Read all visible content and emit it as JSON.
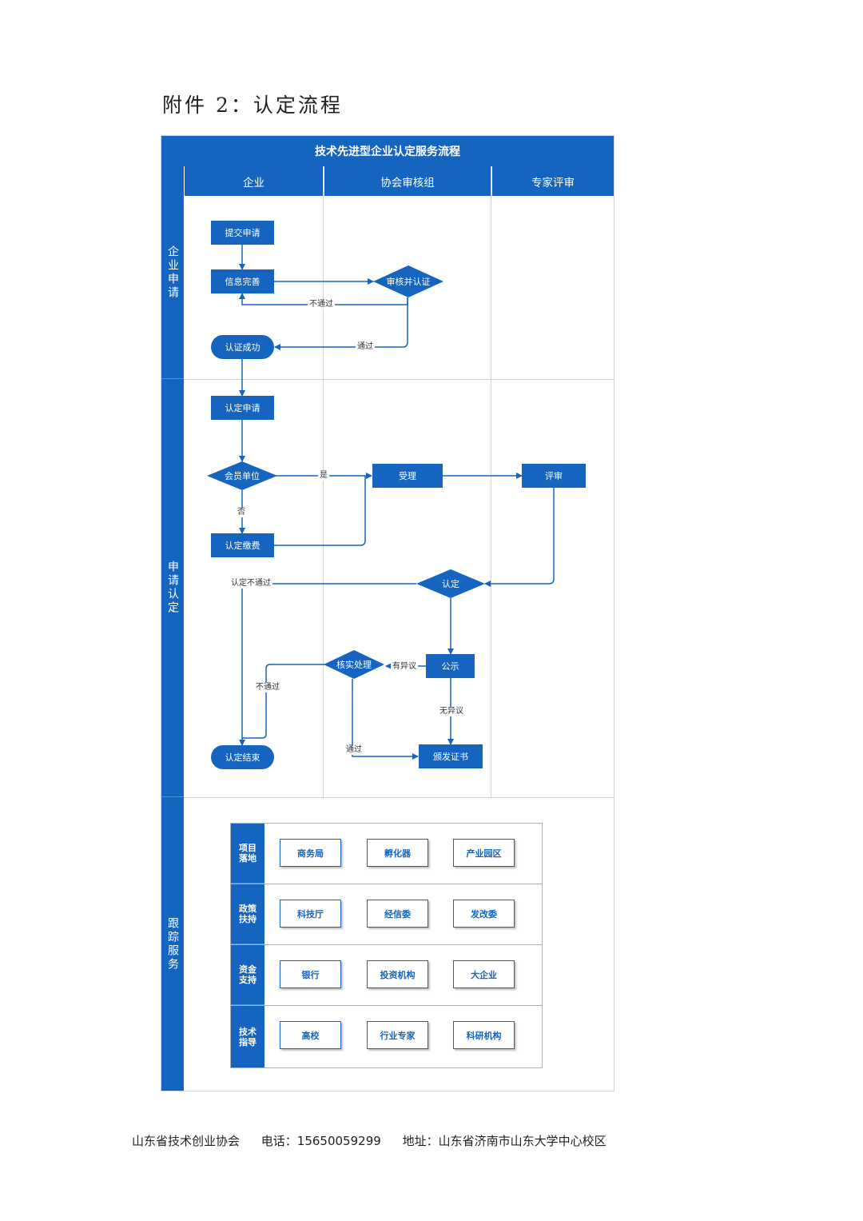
{
  "heading": "附件 2：认定流程",
  "chart": {
    "title": "技术先进型企业认定服务流程",
    "columns": [
      "企业",
      "协会审核组",
      "专家评审"
    ],
    "lanes": [
      "企业申请",
      "申请认定",
      "跟踪服务"
    ]
  },
  "nodes": {
    "submit": "提交申请",
    "info": "信息完善",
    "review": "审核并认证",
    "success": "认证成功",
    "apply": "认定申请",
    "member": "会员单位",
    "accept": "受理",
    "expert": "评审",
    "fee": "认定缴费",
    "decide": "认定",
    "verify": "核实处理",
    "publicity": "公示",
    "end": "认定结束",
    "certificate": "颁发证书"
  },
  "edge_labels": {
    "fail1": "不通过",
    "pass1": "通过",
    "yes": "是",
    "no": "否",
    "decide_fail": "认定不通过",
    "objection": "有异议",
    "verify_fail": "不通过",
    "no_objection": "无异议",
    "verify_pass": "通过"
  },
  "services": [
    {
      "category": "项目落地",
      "items": [
        "商务局",
        "孵化器",
        "产业园区"
      ]
    },
    {
      "category": "政策扶持",
      "items": [
        "科技厅",
        "经信委",
        "发改委"
      ]
    },
    {
      "category": "资金支持",
      "items": [
        "银行",
        "投资机构",
        "大企业"
      ]
    },
    {
      "category": "技术指导",
      "items": [
        "高校",
        "行业专家",
        "科研机构"
      ]
    }
  ],
  "footer": {
    "org": "山东省技术创业协会",
    "phone": "电话：15650059299",
    "address": "地址：山东省济南市山东大学中心校区"
  },
  "colors": {
    "primary": "#1565c0",
    "grid": "#cfd4da"
  }
}
